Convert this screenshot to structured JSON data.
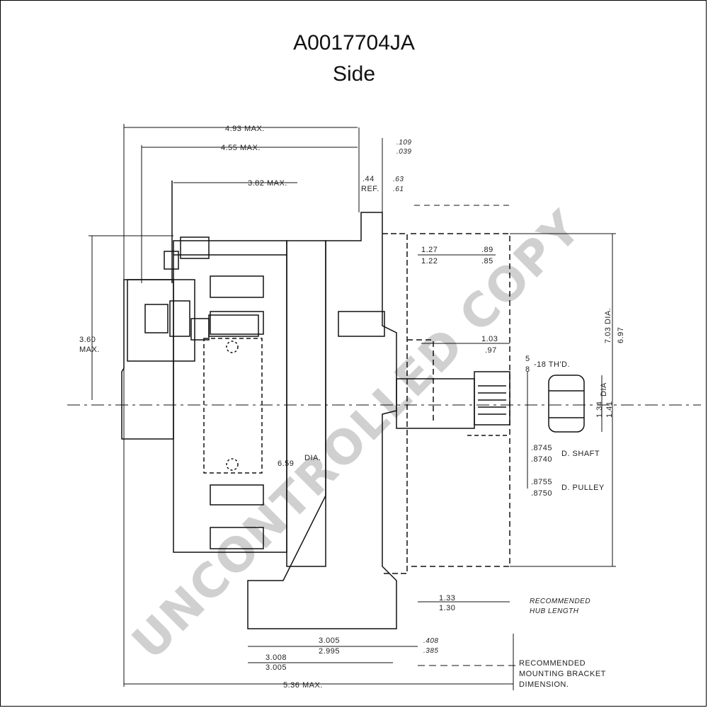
{
  "header": {
    "part_number": "A0017704JA",
    "view": "Side"
  },
  "watermark": "UNCONTROLLED COPY",
  "dimensions": {
    "overall_max_top": "4.93 MAX.",
    "inner_max": "4.55 MAX.",
    "body_max": "3.82 MAX.",
    "ref_44": ".44",
    "ref_label": "REF.",
    "d109": ".109",
    "d039": ".039",
    "d63": ".63",
    "d61": ".61",
    "h360": "3.60",
    "h360_max": "MAX.",
    "d127": "1.27",
    "d122": "1.22",
    "d89": ".89",
    "d85": ".85",
    "d103": "1.03",
    "d97": ".97",
    "thread_num": "5",
    "thread_den": "8",
    "thread_label": "-18 TH'D.",
    "d703": "7.03 DIA.",
    "d697": "6.97",
    "d134": "1.34",
    "d141": "1.41",
    "dia_label": "DIA",
    "d659": "6.59",
    "dia_a": "DIA.",
    "shaft_hi": ".8745",
    "shaft_lo": ".8740",
    "shaft_label": "D. SHAFT",
    "pulley_hi": ".8755",
    "pulley_lo": ".8750",
    "pulley_label": "D. PULLEY",
    "d133": "1.33",
    "d130": "1.30",
    "hub_note_1": "RECOMMENDED",
    "hub_note_2": "HUB LENGTH",
    "d3005_top": "3.005",
    "d2995": "2.995",
    "d408": ".408",
    "d385": ".385",
    "d3008": "3.008",
    "d3005_bot": "3.005",
    "overall_bottom": "5.36 MAX.",
    "bracket_note_1": "RECOMMENDED",
    "bracket_note_2": "MOUNTING BRACKET",
    "bracket_note_3": "DIMENSION."
  }
}
